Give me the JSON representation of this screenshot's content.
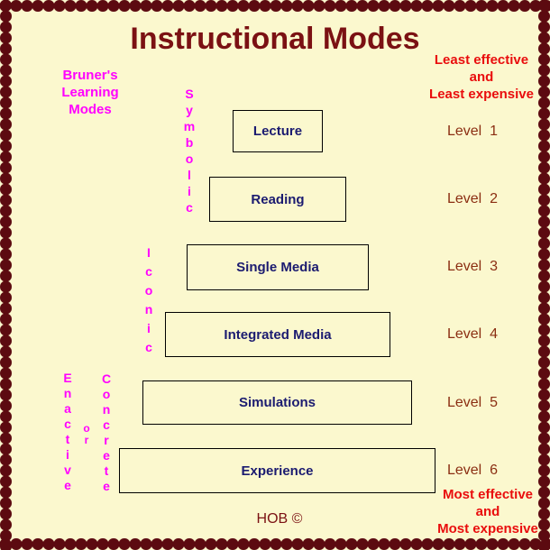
{
  "title": "Instructional Modes",
  "bruner": {
    "line1": "Bruner's",
    "line2": "Learning",
    "line3": "Modes"
  },
  "vertical_labels": {
    "symbolic": "Symbolic",
    "iconic": "Iconic",
    "enactive": "Enactive",
    "or": "or",
    "concrete": "Concrete"
  },
  "pyramid": {
    "boxes": [
      {
        "label": "Lecture",
        "level": "Level  1"
      },
      {
        "label": "Reading",
        "level": "Level  2"
      },
      {
        "label": "Single Media",
        "level": "Level  3"
      },
      {
        "label": "Integrated Media",
        "level": "Level  4"
      },
      {
        "label": "Simulations",
        "level": "Level  5"
      },
      {
        "label": "Experience",
        "level": "Level  6"
      }
    ]
  },
  "annotations": {
    "top_right": {
      "line1": "Least effective",
      "line2": "and",
      "line3": "Least expensive"
    },
    "bottom_right": {
      "line1": "Most effective",
      "line2": "and",
      "line3": "Most expensive"
    }
  },
  "footer": {
    "credit": "HOB ©"
  },
  "colors": {
    "background": "#FBF8CE",
    "border": "#5C0A10",
    "title_text": "#7B1113",
    "level_text": "#8B2E12",
    "box_text": "#1B1B70",
    "bruner_text": "#FF00FF",
    "emphasis_text": "#E90D0D"
  }
}
